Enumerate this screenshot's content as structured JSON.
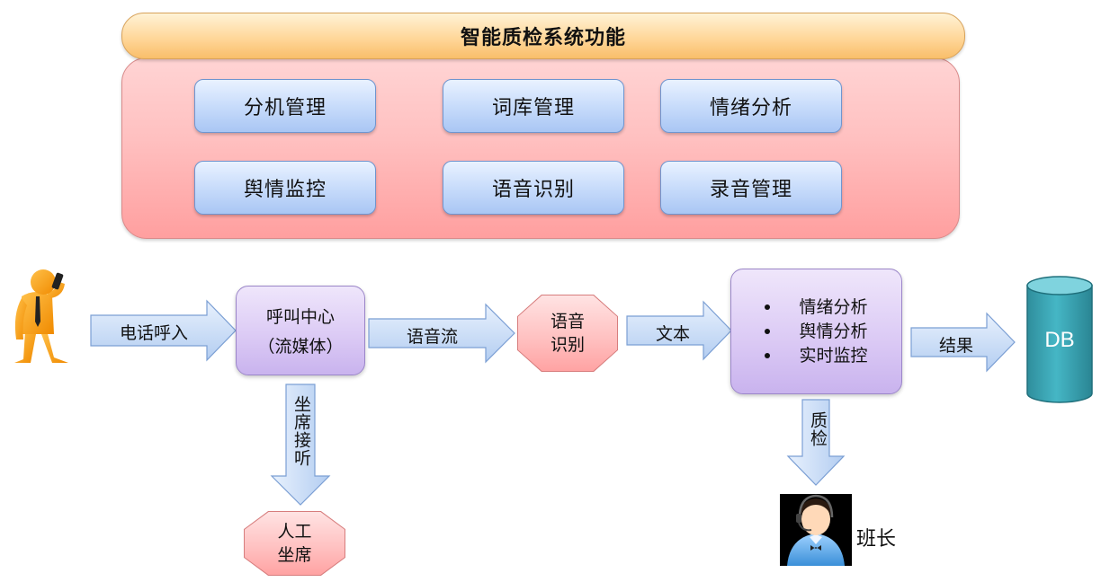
{
  "panel": {
    "title": "智能质检系统功能",
    "functions": [
      "分机管理",
      "词库管理",
      "情绪分析",
      "舆情监控",
      "语音识别",
      "录音管理"
    ]
  },
  "flow": {
    "incoming_call": "电话呼入",
    "call_center": {
      "line1": "呼叫中心",
      "line2": "（流媒体）"
    },
    "voice_stream": "语音流",
    "speech_recognition": {
      "line1": "语音",
      "line2": "识别"
    },
    "text": "文本",
    "analysis": [
      "情绪分析",
      "舆情分析",
      "实时监控"
    ],
    "result": "结果",
    "db": "DB",
    "agent_answer": "坐席接听",
    "manual_agent": {
      "line1": "人工",
      "line2": "坐席"
    },
    "quality_check": "质检",
    "team_leader": "班长"
  },
  "colors": {
    "arrow_fill": "#c7dcf7",
    "arrow_stroke": "#7b9fd4",
    "db_fill": "#3aa6b6"
  },
  "icons": {
    "caller": "person-on-phone-icon",
    "leader": "headset-operator-icon",
    "database": "database-cylinder-icon"
  }
}
